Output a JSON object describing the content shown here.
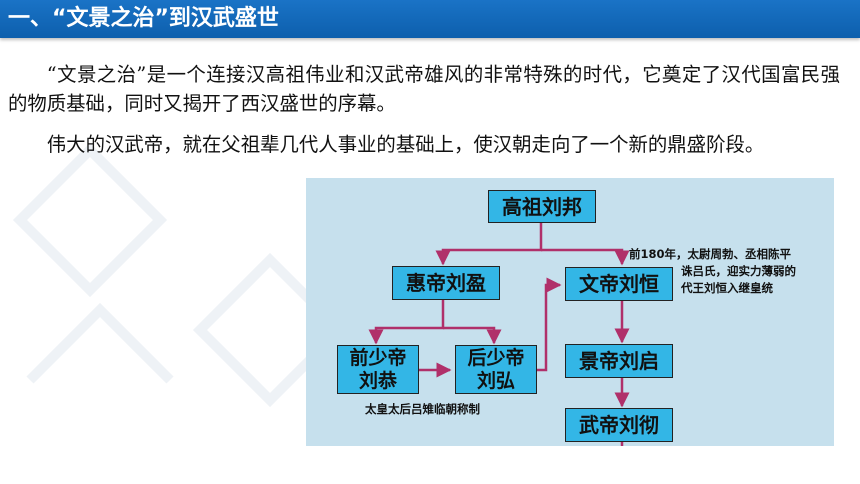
{
  "header": {
    "title": "一、“文景之治”到汉武盛世"
  },
  "paragraphs": [
    "“文景之治”是一个连接汉高祖伟业和汉武帝雄风的非常特殊的时代，它奠定了汉代国富民强的物质基础，同时又揭开了西汉盛世的序幕。",
    "伟大的汉武帝，就在父祖辈几代人事业的基础上，使汉朝走向了一个新的鼎盛阶段。"
  ],
  "diagram": {
    "nodes": {
      "gaozu": "高祖刘邦",
      "huidi": "惠帝刘盈",
      "wendi": "文帝刘恒",
      "qianshao_1": "前少帝",
      "qianshao_2": "刘恭",
      "houshao_1": "后少帝",
      "houshao_2": "刘弘",
      "jingdi": "景帝刘启",
      "wudi": "武帝刘彻"
    },
    "notes": {
      "wendi_1": "前180年，太尉周勃、丞相陈平",
      "wendi_2": "诛吕氏，迎实力薄弱的",
      "wendi_3": "代王刘恒入继皇统",
      "lvhou": "太皇太后吕雉临朝称制"
    },
    "colors": {
      "node_fill": "#33b6e6",
      "arrow": "#b0306a",
      "panel": "#c6e0ed",
      "header": "#1a6fc4"
    }
  }
}
